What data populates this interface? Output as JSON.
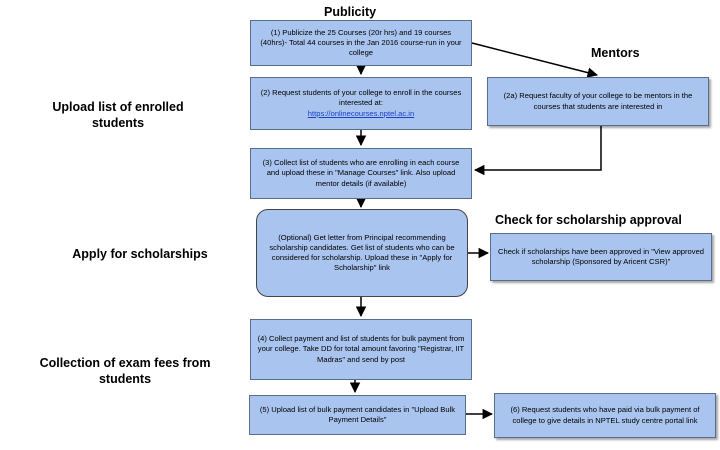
{
  "headings": {
    "publicity": "Publicity",
    "mentors": "Mentors",
    "scholarship_check": "Check for scholarship approval"
  },
  "side_labels": {
    "upload": "Upload list of enrolled students",
    "apply": "Apply for scholarships",
    "fees": "Collection of exam fees from students"
  },
  "steps": {
    "s1": "(1) Publicize the 25 Courses (20r hrs) and 19 courses (40hrs)- Total 44 courses in the Jan 2016 course-run in your college",
    "s2": "(2) Request students of your college to enroll in the courses interested at:",
    "s2_link": "https://onlinecourses.nptel.ac.in",
    "s2a": "(2a) Request faculty of your college to be mentors in the courses that students are interested in",
    "s3": "(3) Collect list of students who are enrolling in each course and upload these in \"Manage Courses\" link. Also upload mentor details (if available)",
    "optional": "(Optional) Get letter from Principal recommending scholarship candidates. Get list of students who can be considered for scholarship. Upload these in \"Apply for Scholarship\" link",
    "check": "Check if scholarships have been approved in \"View approved scholarship (Sponsored by Aricent CSR)\"",
    "s4": "(4) Collect payment and list of students for bulk payment from your college. Take DD for total amount favoring \"Registrar, IIT Madras\" and send by post",
    "s5": "(5) Upload list of bulk payment candidates in \"Upload Bulk Payment Details\"",
    "s6": "(6) Request students who have paid via bulk payment of college to give details in NPTEL study centre portal link"
  },
  "colors": {
    "box_fill": "#a9c4ee",
    "box_border": "#5a6e8c",
    "arrow": "#000000",
    "link": "#1a3fc9"
  }
}
